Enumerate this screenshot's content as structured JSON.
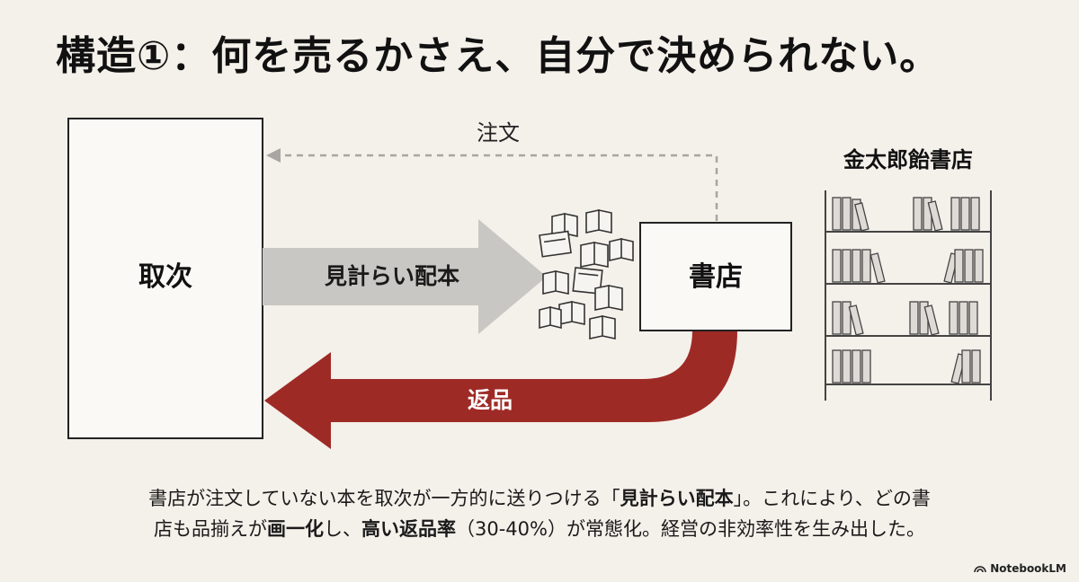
{
  "title": "構造①：何を売るかさえ、自分で決められない。",
  "nodes": {
    "distributor": "取次",
    "bookstore": "書店",
    "shelf_title": "金太郎飴書店"
  },
  "flows": {
    "order": "注文",
    "consignment": "見計らい配本",
    "returns": "返品"
  },
  "caption": {
    "p1": "書店が注文していない本を取次が一方的に送りつける「",
    "b1": "見計らい配本",
    "p2": "」。これにより、どの書",
    "p3": "店も品揃えが",
    "b2": "画一化",
    "p4": "し、",
    "b3": "高い返品率",
    "p5": "（30-40%）が常態化。経営の非効率性を生み出した。"
  },
  "footer": {
    "brand": "NotebookLM",
    "icon": "notebooklm-logo-icon"
  },
  "colors": {
    "background": "#f4f0ea",
    "return_arrow": "#9e2a26",
    "consign_arrow": "#c9c7c3"
  }
}
